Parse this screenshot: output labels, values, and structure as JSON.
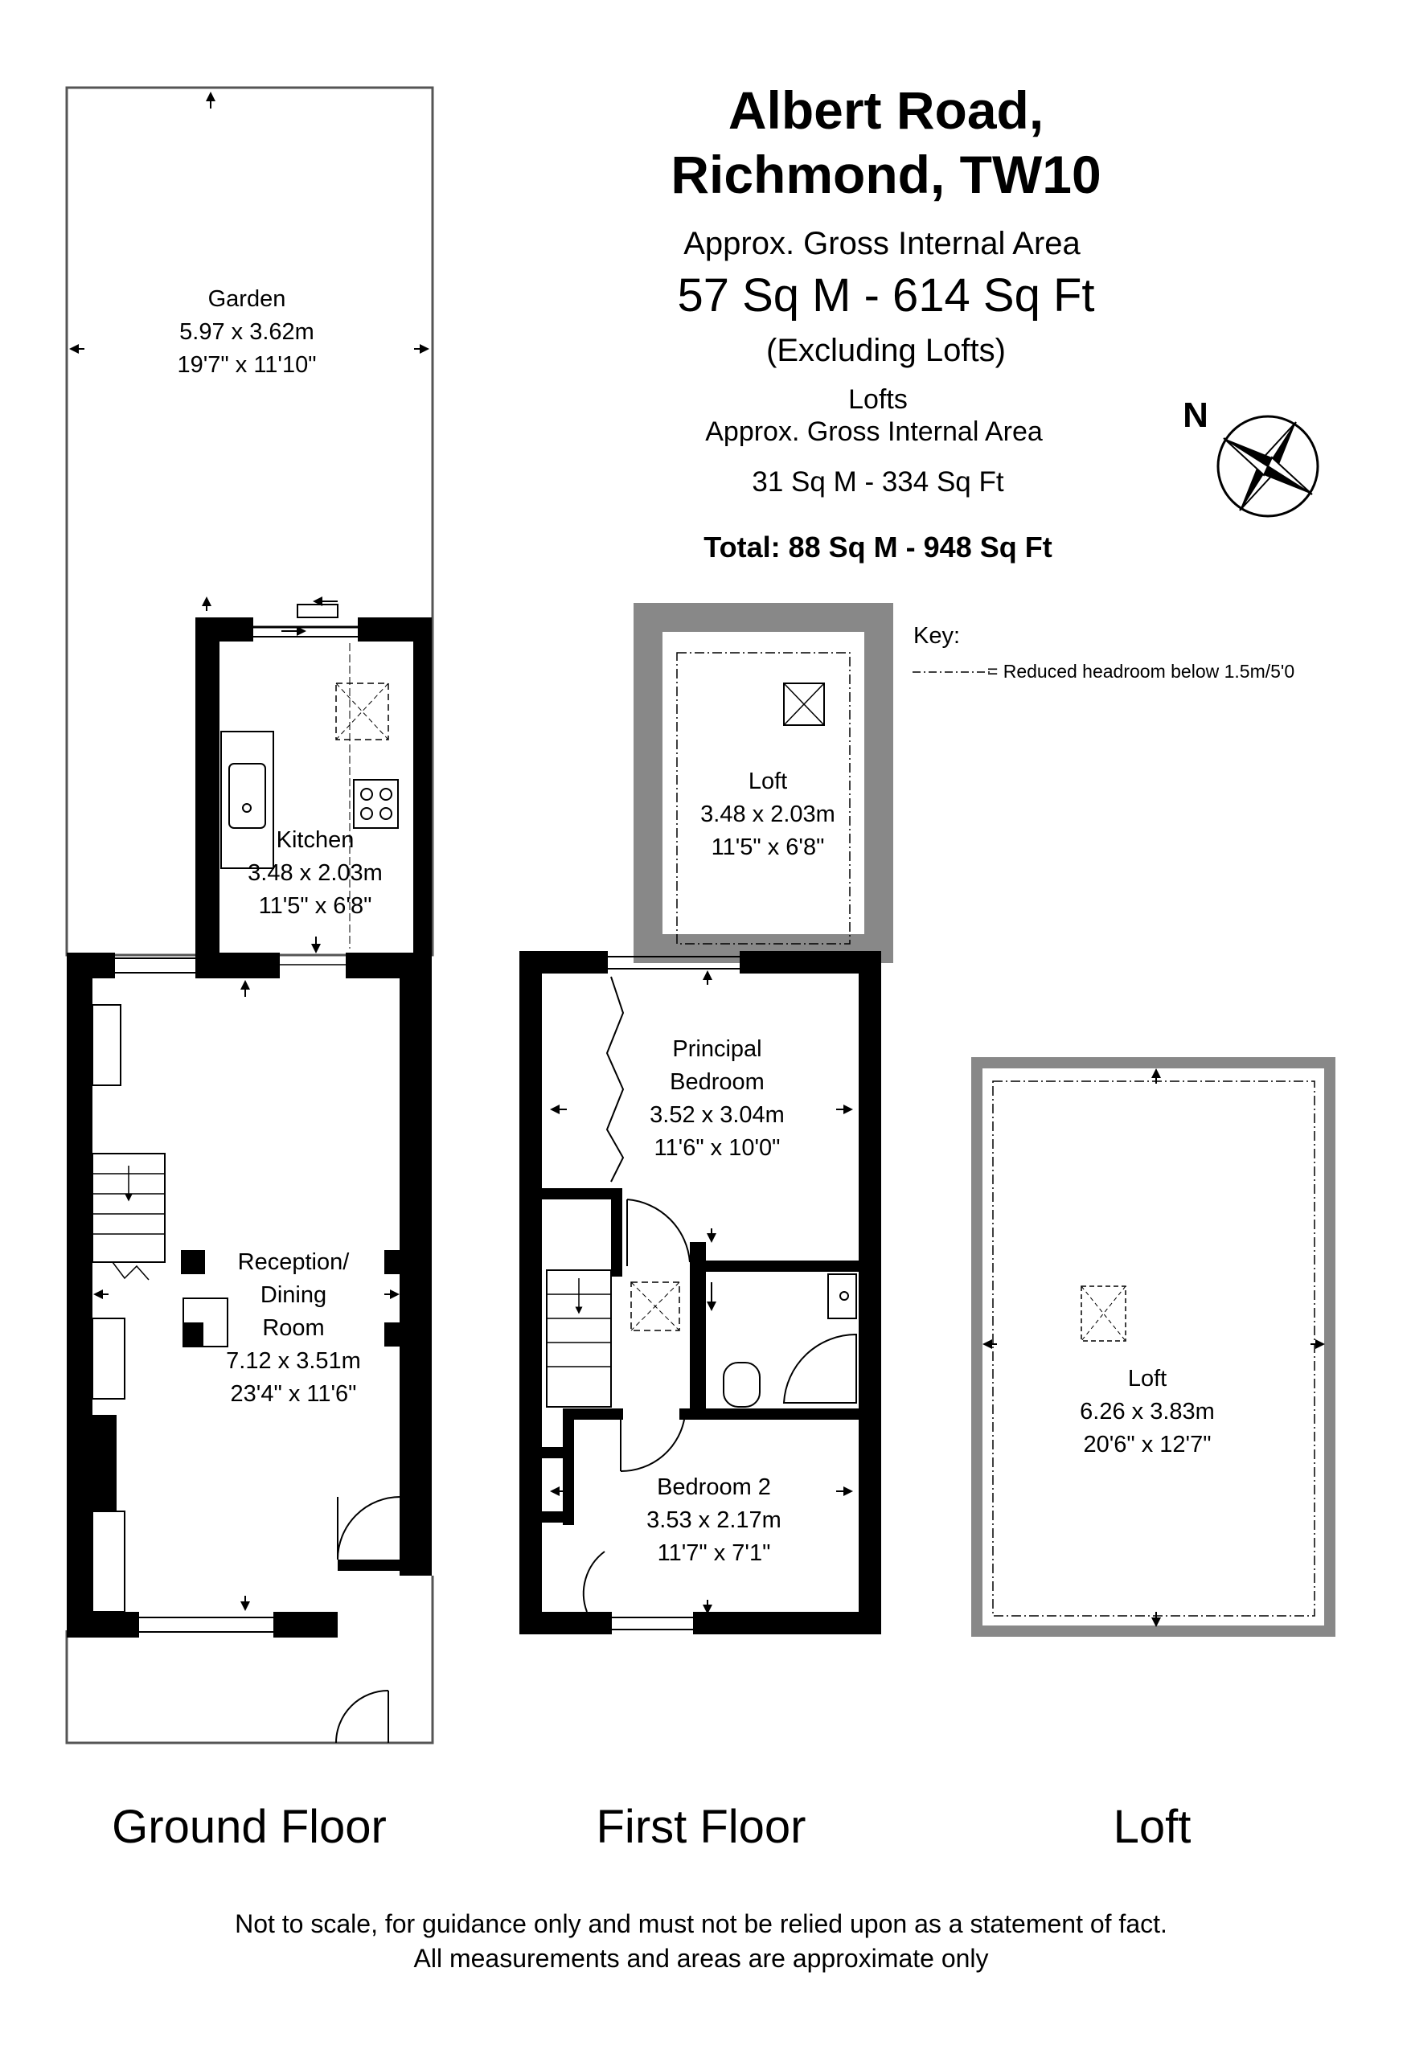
{
  "header": {
    "title_line1": "Albert Road,",
    "title_line2": "Richmond, TW10",
    "area_label": "Approx. Gross Internal Area",
    "area_main": "57 Sq M -  614 Sq Ft",
    "area_note": "(Excluding Lofts)",
    "lofts_label": "Lofts",
    "lofts_area_label": "Approx. Gross Internal Area",
    "lofts_area": "31 Sq M -  334 Sq Ft",
    "total": "Total: 88 Sq M - 948 Sq Ft"
  },
  "compass": {
    "label": "N"
  },
  "key": {
    "title": "Key:",
    "description": "= Reduced headroom below 1.5m/5'0"
  },
  "rooms": {
    "garden": {
      "name": "Garden",
      "metric": "5.97 x 3.62m",
      "imperial": "19'7\" x 11'10\""
    },
    "kitchen": {
      "name": "Kitchen",
      "metric": "3.48 x 2.03m",
      "imperial": "11'5\" x 6'8\""
    },
    "reception": {
      "name1": "Reception/",
      "name2": "Dining",
      "name3": "Room",
      "metric": "7.12 x 3.51m",
      "imperial": "23'4\" x 11'6\""
    },
    "loft_small": {
      "name": "Loft",
      "metric": "3.48 x 2.03m",
      "imperial": "11'5\" x 6'8\""
    },
    "principal": {
      "name1": "Principal",
      "name2": "Bedroom",
      "metric": "3.52 x 3.04m",
      "imperial": "11'6\" x 10'0\""
    },
    "bedroom2": {
      "name": "Bedroom 2",
      "metric": "3.53 x 2.17m",
      "imperial": "11'7\" x 7'1\""
    },
    "loft_large": {
      "name": "Loft",
      "metric": "6.26 x 3.83m",
      "imperial": "20'6\" x 12'7\""
    }
  },
  "floors": {
    "ground": "Ground Floor",
    "first": "First Floor",
    "loft": "Loft"
  },
  "disclaimer": {
    "line1": "Not to scale, for guidance only and must not be relied upon as a statement of fact.",
    "line2": "All measurements and areas are approximate only"
  },
  "colors": {
    "wall": "#000000",
    "loft_wall": "#888888",
    "garden_line": "#555555"
  }
}
